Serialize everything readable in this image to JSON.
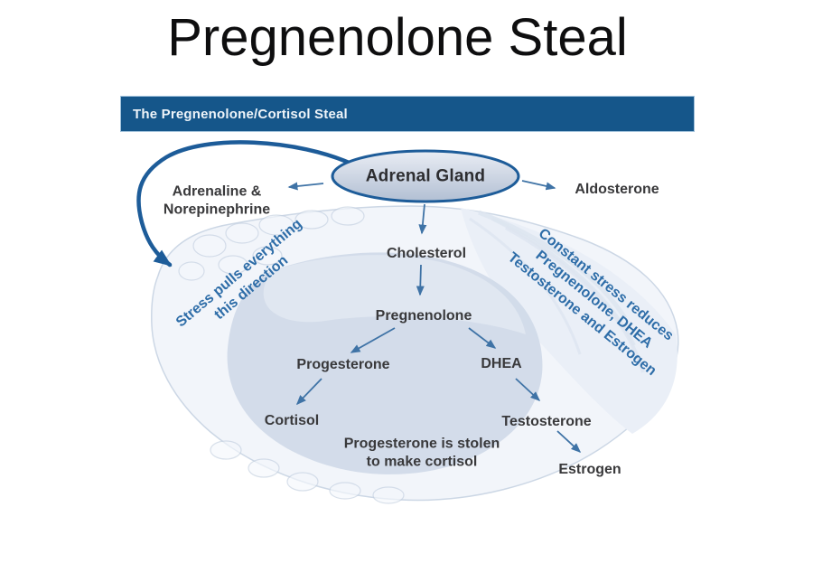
{
  "page": {
    "title": "Pregnenolone Steal"
  },
  "panel": {
    "header_title": "The Pregnenolone/Cortisol Steal"
  },
  "diagram": {
    "nodes": {
      "adrenal_gland": "Adrenal Gland",
      "adrenaline_norepinephrine": "Adrenaline &\nNorepinephrine",
      "aldosterone": "Aldosterone",
      "cholesterol": "Cholesterol",
      "pregnenolone": "Pregnenolone",
      "progesterone": "Progesterone",
      "dhea": "DHEA",
      "cortisol": "Cortisol",
      "testosterone": "Testosterone",
      "estrogen": "Estrogen"
    },
    "notes": {
      "stolen": "Progesterone is stolen\nto make cortisol",
      "stress_left": "Stress pulls everything\nthis direction",
      "stress_right": "Constant stress reduces\nPregnenolone, DHEA\nTestosterone and Estrogen"
    },
    "flow": [
      [
        "Adrenal Gland",
        "Adrenaline & Norepinephrine"
      ],
      [
        "Adrenal Gland",
        "Aldosterone"
      ],
      [
        "Adrenal Gland",
        "Cholesterol"
      ],
      [
        "Cholesterol",
        "Pregnenolone"
      ],
      [
        "Pregnenolone",
        "Progesterone"
      ],
      [
        "Pregnenolone",
        "DHEA"
      ],
      [
        "Progesterone",
        "Cortisol"
      ],
      [
        "DHEA",
        "Testosterone"
      ],
      [
        "Testosterone",
        "Estrogen"
      ]
    ]
  },
  "colors": {
    "header_bg": "#15568a",
    "header_text": "#eef4f9",
    "title_color": "#0e0e0f",
    "text_dark": "#39393b",
    "note_blue": "#2e6da8",
    "loop_blue": "#1d5c99",
    "arrow_blue": "#3f73a6",
    "ellipse_border": "#1d5c99",
    "ellipse_fill_top": "#e9edf4",
    "ellipse_fill_bottom": "#b2bfd3"
  }
}
